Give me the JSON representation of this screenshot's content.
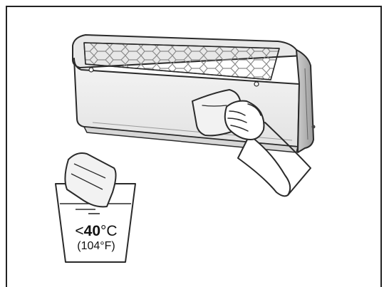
{
  "temperature": {
    "prefix": "<",
    "celsius_value": "40",
    "celsius_unit": "°C",
    "fahrenheit": "(104°F)"
  }
}
